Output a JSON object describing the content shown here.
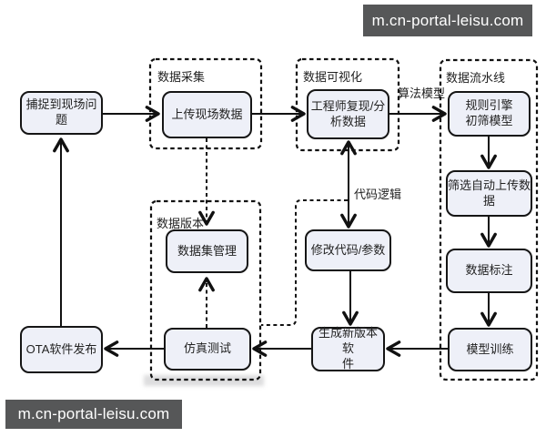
{
  "watermark": {
    "top": "m.cn-portal-leisu.com",
    "bottom": "m.cn-portal-leisu.com"
  },
  "colors": {
    "background": "#ffffff",
    "node_fill": "#eef0f8",
    "node_border": "#151515",
    "line": "#111111",
    "watermark_bg": "#565758",
    "watermark_text": "#ffffff",
    "text": "#222222"
  },
  "groups": [
    {
      "id": "collection",
      "label": "数据采集"
    },
    {
      "id": "visualization",
      "label": "数据可视化"
    },
    {
      "id": "pipeline",
      "label": "数据流水线"
    },
    {
      "id": "version",
      "label": "数据版本"
    }
  ],
  "nodes": [
    {
      "id": "capture",
      "label": "捕捉到现场问题"
    },
    {
      "id": "upload",
      "label": "上传现场数据"
    },
    {
      "id": "engineer",
      "label": "工程师复现/分\n析数据"
    },
    {
      "id": "rule",
      "label": "规则引擎\n初筛模型"
    },
    {
      "id": "filter",
      "label": "筛选自动上传数\n据"
    },
    {
      "id": "annotation",
      "label": "数据标注"
    },
    {
      "id": "training",
      "label": "模型训练"
    },
    {
      "id": "generate",
      "label": "生成新版本软\n件"
    },
    {
      "id": "simulation",
      "label": "仿真测试"
    },
    {
      "id": "ota",
      "label": "OTA软件发布"
    },
    {
      "id": "modify",
      "label": "修改代码/参数"
    },
    {
      "id": "dataset",
      "label": "数据集管理"
    }
  ],
  "edge_labels": [
    {
      "id": "algo",
      "label": "算法模型"
    },
    {
      "id": "code",
      "label": "代码逻辑"
    }
  ],
  "edges": [
    {
      "from": "capture",
      "to": "upload",
      "style": "solid"
    },
    {
      "from": "upload",
      "to": "engineer",
      "style": "solid"
    },
    {
      "from": "engineer",
      "to": "rule",
      "style": "solid",
      "label": "算法模型"
    },
    {
      "from": "rule",
      "to": "filter",
      "style": "solid"
    },
    {
      "from": "filter",
      "to": "annotation",
      "style": "solid"
    },
    {
      "from": "annotation",
      "to": "training",
      "style": "solid"
    },
    {
      "from": "training",
      "to": "generate",
      "style": "solid"
    },
    {
      "from": "generate",
      "to": "simulation",
      "style": "solid"
    },
    {
      "from": "simulation",
      "to": "ota",
      "style": "solid"
    },
    {
      "from": "ota",
      "to": "capture",
      "style": "solid"
    },
    {
      "from": "engineer",
      "to": "modify",
      "style": "solid-bidirectional",
      "label": "代码逻辑"
    },
    {
      "from": "modify",
      "to": "generate",
      "style": "solid"
    },
    {
      "from": "upload",
      "to": "dataset",
      "style": "dashed"
    },
    {
      "from": "simulation",
      "to": "dataset",
      "style": "dashed"
    },
    {
      "from": "code-logic",
      "to": "simulation",
      "style": "dashed"
    }
  ]
}
